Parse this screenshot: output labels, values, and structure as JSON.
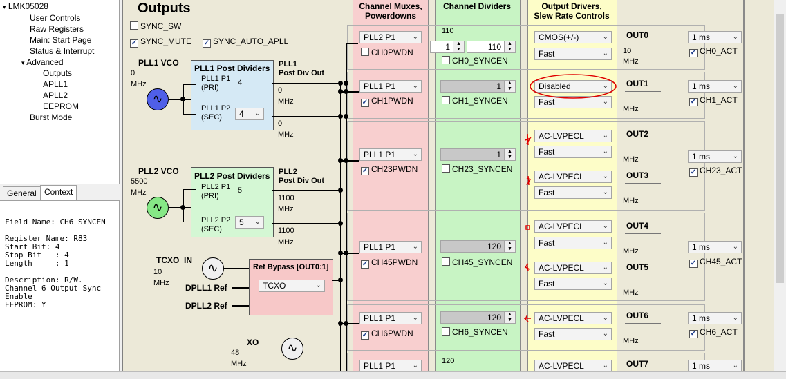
{
  "tree": {
    "root": "LMK05028",
    "items": [
      "User Controls",
      "Raw Registers",
      "Main: Start Page",
      "Status & Interrupt",
      "Advanced",
      "Outputs",
      "APLL1",
      "APLL2",
      "EEPROM",
      "Burst Mode"
    ]
  },
  "tabs": [
    "General",
    "Context"
  ],
  "context": {
    "field": "Field Name: CH6_SYNCEN",
    "register": "Register Name: R83",
    "start": "Start Bit: 4",
    "stop": "Stop Bit   : 4",
    "length": "Length     : 1",
    "desc1": "Description: R/W.",
    "desc2": "Channel 6 Output Sync",
    "desc3": "Enable",
    "eeprom": "EEPROM: Y"
  },
  "title": "Outputs",
  "sync": {
    "sw": "SYNC_SW",
    "mute": "SYNC_MUTE",
    "auto": "SYNC_AUTO_APLL"
  },
  "headers": {
    "mux": "Channel Muxes,\nPowerdowns",
    "div": "Channel Dividers",
    "drv": "Output Drivers,\nSlew Rate Controls"
  },
  "pll1": {
    "vco": "PLL1 VCO",
    "vco_val": "0",
    "vco_unit": "MHz",
    "title": "PLL1 Post Dividers",
    "p1": "PLL1 P1\n(PRI)",
    "p1_val": "4",
    "p2": "PLL1 P2\n(SEC)",
    "p2_val": "4",
    "out_title": "PLL1\nPost Div Out",
    "o1": "0",
    "o1u": "MHz",
    "o2": "0",
    "o2u": "MHz"
  },
  "pll2": {
    "vco": "PLL2 VCO",
    "vco_val": "5500",
    "vco_unit": "MHz",
    "title": "PLL2 Post Dividers",
    "p1": "PLL2 P1\n(PRI)",
    "p1_val": "5",
    "p2": "PLL2 P2\n(SEC)",
    "p2_val": "5",
    "out_title": "PLL2\nPost Div Out",
    "o1": "1100",
    "o1u": "MHz",
    "o2": "1100",
    "o2u": "MHz"
  },
  "tcxo": {
    "label": "TCXO_IN",
    "val": "10",
    "unit": "MHz"
  },
  "bypass": {
    "title": "Ref Bypass [OUT0:1]",
    "sel": "TCXO",
    "dpll1": "DPLL1 Ref",
    "dpll2": "DPLL2 Ref"
  },
  "xo": {
    "label": "XO",
    "val": "48",
    "unit": "MHz"
  },
  "channels": [
    {
      "mux": "PLL2 P1",
      "pwd": "CH0PWDN",
      "pwd_checked": false,
      "div_top": "110",
      "div_a": "1",
      "div_b": "110",
      "sync": "CH0_SYNCEN"
    },
    {
      "mux": "PLL1 P1",
      "pwd": "CH1PWDN",
      "pwd_checked": true,
      "div": "1",
      "sync": "CH1_SYNCEN"
    },
    {
      "mux": "PLL1 P1",
      "pwd": "CH23PWDN",
      "pwd_checked": true,
      "div": "1",
      "sync": "CH23_SYNCEN"
    },
    {
      "mux": "PLL1 P1",
      "pwd": "CH45PWDN",
      "pwd_checked": true,
      "div": "120",
      "sync": "CH45_SYNCEN"
    },
    {
      "mux": "PLL1 P1",
      "pwd": "CH6PWDN",
      "pwd_checked": true,
      "div": "120",
      "sync": "CH6_SYNCEN"
    },
    {
      "mux": "PLL1 P1",
      "div_top": "120"
    }
  ],
  "outputs": [
    {
      "name": "OUT0",
      "type": "CMOS(+/-)",
      "slew": "Fast",
      "freq": "10",
      "unit": "MHz",
      "time": "1 ms",
      "act": "CH0_ACT"
    },
    {
      "name": "OUT1",
      "type": "Disabled",
      "slew": "Fast",
      "unit": "MHz",
      "time": "1 ms",
      "act": "CH1_ACT"
    },
    {
      "name": "OUT2",
      "type": "AC-LVPECL",
      "slew": "Fast",
      "unit": "MHz",
      "time": "1 ms",
      "act": "CH23_ACT"
    },
    {
      "name": "OUT3",
      "type": "AC-LVPECL",
      "slew": "Fast",
      "unit": "MHz"
    },
    {
      "name": "OUT4",
      "type": "AC-LVPECL",
      "slew": "Fast",
      "unit": "MHz",
      "time": "1 ms",
      "act": "CH45_ACT"
    },
    {
      "name": "OUT5",
      "type": "AC-LVPECL",
      "slew": "Fast",
      "unit": "MHz"
    },
    {
      "name": "OUT6",
      "type": "AC-LVPECL",
      "slew": "Fast",
      "unit": "MHz",
      "time": "1 ms",
      "act": "CH6_ACT"
    },
    {
      "name": "OUT7",
      "type": "AC-LVPECL",
      "time": "1 ms"
    }
  ],
  "colors": {
    "annotation": "#e00000",
    "pll1_block": "#d5e9f5",
    "pll2_block": "#d4f7d4",
    "bypass_block": "#f7c8c8",
    "osc_blue": "#4f5fe8",
    "osc_green": "#86e886"
  }
}
